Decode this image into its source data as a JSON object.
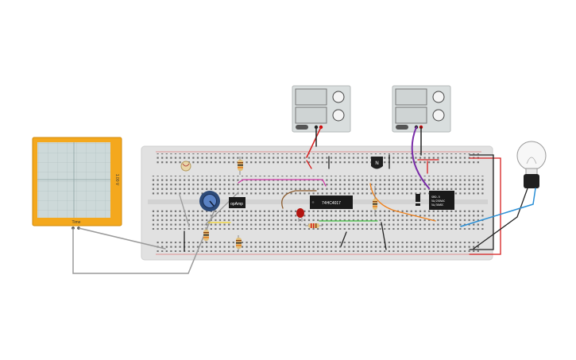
{
  "oscilloscope": {
    "scale_label": "1.00 V",
    "time_label": "Time",
    "frame_color": "#f4a81d",
    "screen_color": "#cdd9d9"
  },
  "ic_opamp": {
    "label": "opAmp"
  },
  "ic_counter": {
    "label": "74HC4017"
  },
  "transistor": {
    "label": "N"
  },
  "relay": {
    "line1": "SRD-5",
    "line2": "5A/250VAC",
    "line3": "5A/30VDC"
  },
  "power_supplies": [
    {
      "name": "power-supply-left"
    },
    {
      "name": "power-supply-right"
    }
  ],
  "bulb": {
    "name": "light-bulb"
  },
  "breadboard": {
    "color": "#e0e0e0"
  }
}
